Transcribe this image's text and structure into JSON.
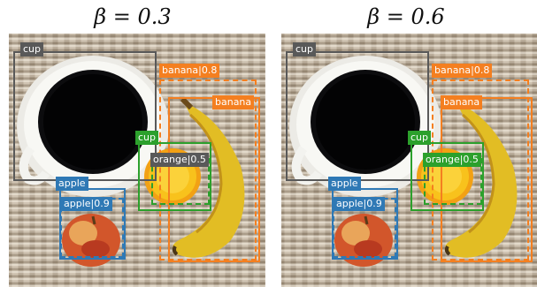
{
  "panels": [
    {
      "title": "β = 0.3",
      "detections": {
        "cup_top": "cup",
        "banana_score": "banana|0.8",
        "banana": "banana",
        "cup_mid": "cup",
        "orange_score": "orange|0.5",
        "apple": "apple",
        "apple_score": "apple|0.9"
      }
    },
    {
      "title": "β = 0.6",
      "detections": {
        "cup_top": "cup",
        "banana_score": "banana|0.8",
        "banana": "banana",
        "cup_mid": "cup",
        "orange_score": "orange|0.5",
        "apple": "apple",
        "apple_score": "apple|0.9"
      }
    }
  ],
  "colors": {
    "cup": "#595959",
    "banana": "#f47f20",
    "orange": "#2ca02c",
    "apple": "#2f79b5"
  }
}
